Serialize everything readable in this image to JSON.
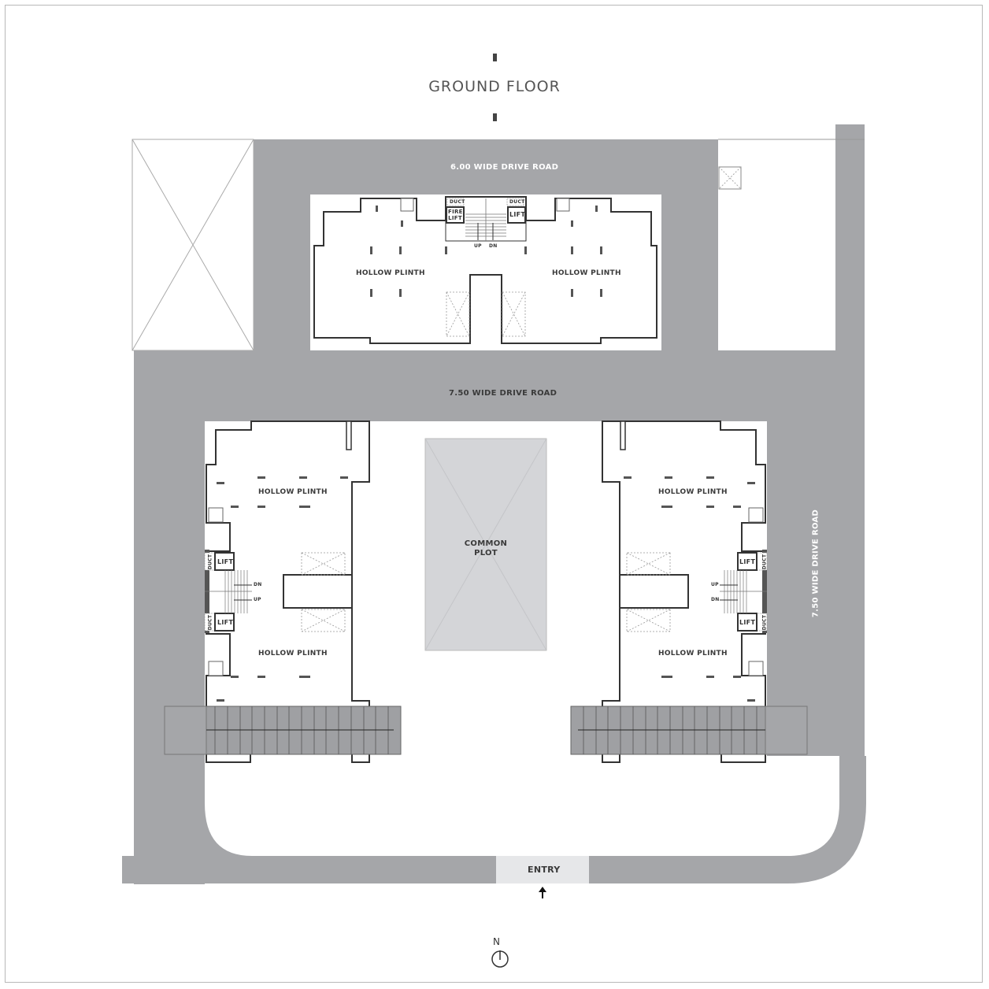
{
  "page": {
    "title": "GROUND FLOOR"
  },
  "roads": {
    "top": "6.00 WIDE DRIVE ROAD",
    "middle": "7.50  WIDE DRIVE ROAD",
    "right": "7.50 WIDE DRIVE ROAD"
  },
  "top_block": {
    "left_label": "HOLLOW PLINTH",
    "right_label": "HOLLOW PLINTH",
    "duct_left": "DUCT",
    "duct_right": "DUCT",
    "fire_lift_line1": "FIRE",
    "fire_lift_line2": "LIFT",
    "lift": "LIFT",
    "stair_up": "UP",
    "stair_dn": "DN"
  },
  "left_block": {
    "upper_label": "HOLLOW PLINTH",
    "lower_label": "HOLLOW PLINTH",
    "lift_upper": "LIFT",
    "lift_lower": "LIFT",
    "duct_upper": "DUCT",
    "duct_lower": "DUCT",
    "stair_dn": "DN",
    "stair_up": "UP"
  },
  "right_block": {
    "upper_label": "HOLLOW PLINTH",
    "lower_label": "HOLLOW PLINTH",
    "lift_upper": "LIFT",
    "lift_lower": "LIFT",
    "duct_upper": "DUCT",
    "duct_lower": "DUCT",
    "stair_up": "UP",
    "stair_dn": "DN"
  },
  "common_plot": {
    "line1": "COMMON",
    "line2": "PLOT"
  },
  "entry": {
    "label": "ENTRY"
  },
  "north": {
    "label": "N"
  },
  "colors": {
    "road": "#a5a6a9",
    "common_plot": "#d4d5d8",
    "entry": "#e6e7e9",
    "wall": "#333333",
    "background": "#ffffff"
  }
}
